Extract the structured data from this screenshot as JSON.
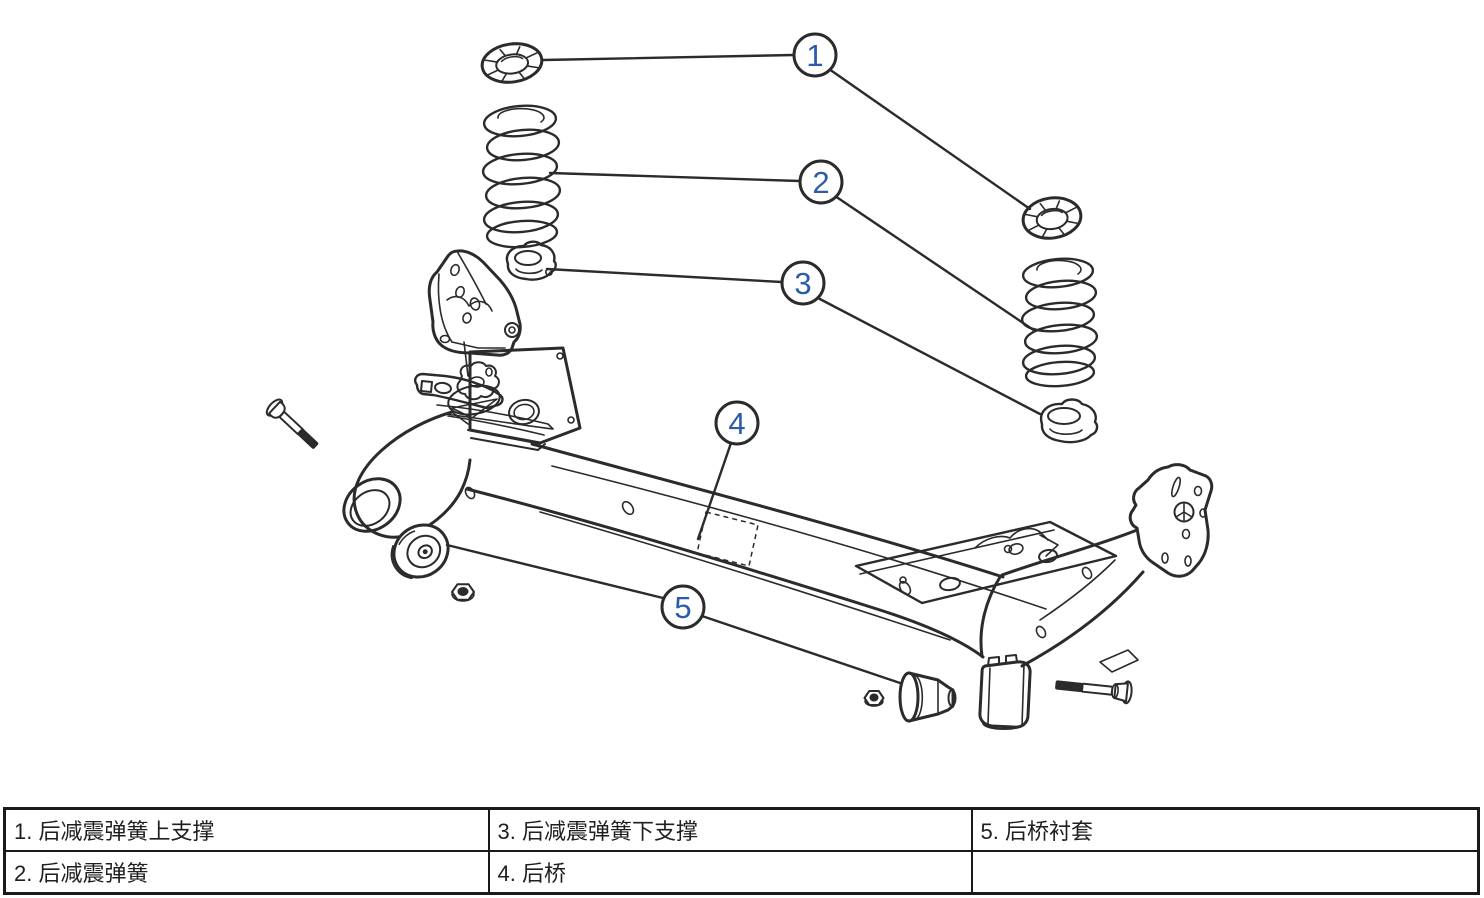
{
  "diagram": {
    "title_semantic": "rear-axle-exploded-view",
    "callouts": [
      {
        "num": "1",
        "part": "后减震弹簧上支撑"
      },
      {
        "num": "2",
        "part": "后减震弹簧"
      },
      {
        "num": "3",
        "part": "后减震弹簧下支撑"
      },
      {
        "num": "4",
        "part": "后桥"
      },
      {
        "num": "5",
        "part": "后桥衬套"
      }
    ],
    "colors": {
      "line": "#2b2b2b",
      "callout_number": "#2a5caa",
      "table_border": "#1a1a1a",
      "background": "#ffffff"
    }
  },
  "legend_table": {
    "rows": [
      [
        "1. 后减震弹簧上支撑",
        "3. 后减震弹簧下支撑",
        "5. 后桥衬套"
      ],
      [
        "2. 后减震弹簧",
        "4. 后桥",
        ""
      ]
    ]
  }
}
